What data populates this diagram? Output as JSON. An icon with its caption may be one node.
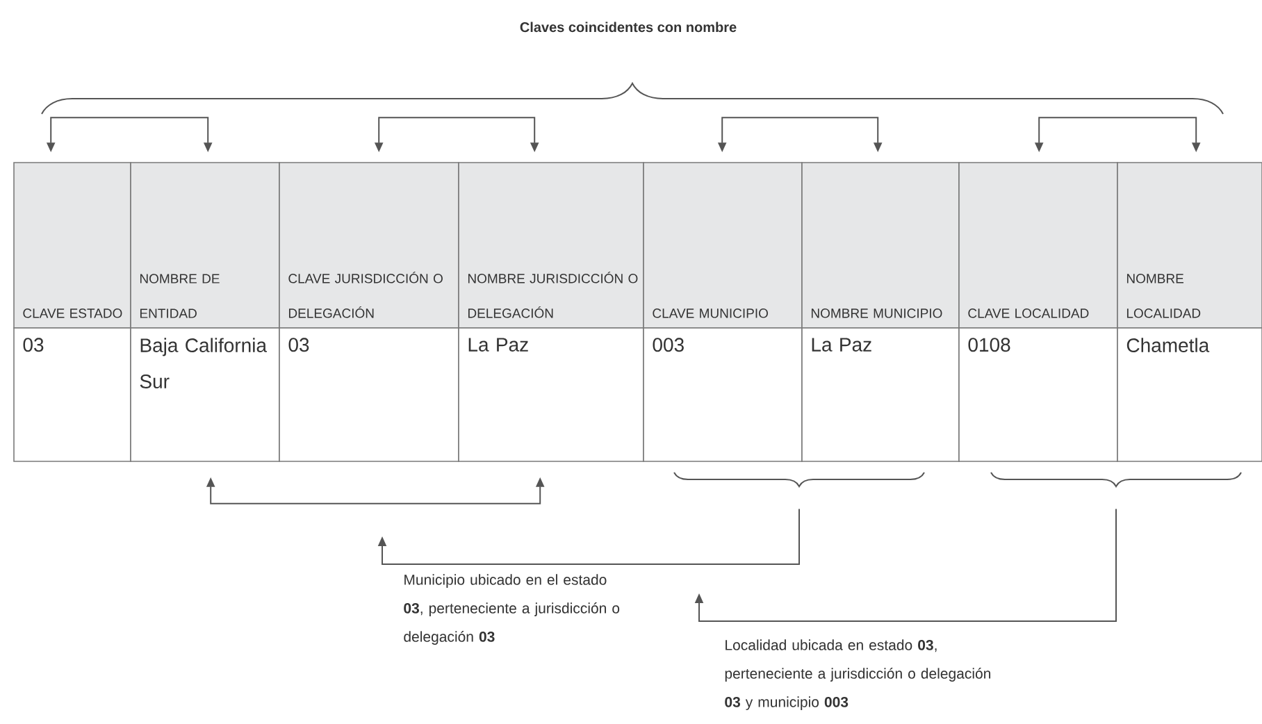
{
  "diagram": {
    "title": "Claves coincidentes con nombre",
    "nodes": [
      {
        "text": [
          "CLAVE ESTADO"
        ]
      },
      {
        "text": [
          "NOMBRE DE ENTIDAD"
        ]
      },
      {
        "text": [
          "CLAVE JURISDICCIÓN O DELEGACIÓN"
        ]
      },
      {
        "text": [
          "NOMBRE JURISDICCIÓN O DELEGACIÓN"
        ]
      },
      {
        "text": [
          "CLAVE MUNICIPIO"
        ]
      },
      {
        "text": [
          "NOMBRE MUNICIPIO"
        ]
      },
      {
        "text": [
          "CLAVE LOCALIDAD"
        ]
      },
      {
        "text": [
          "NOMBRE LOCALIDAD"
        ]
      },
      {
        "text": [
          "03"
        ]
      },
      {
        "text": [
          "Baja California Sur"
        ]
      },
      {
        "text": [
          "03"
        ]
      },
      {
        "text": [
          "La Paz"
        ]
      },
      {
        "text": [
          "003"
        ]
      },
      {
        "text": [
          "La Paz"
        ]
      },
      {
        "text": [
          "0108"
        ]
      },
      {
        "text": [
          "Chametla"
        ]
      },
      {
        "text": [],
        "shape": "brace"
      },
      {
        "text": [],
        "shape": "brace"
      }
    ],
    "edges": [
      {
        "from": 0,
        "to": 1,
        "arrow": "both"
      },
      {
        "from": 2,
        "to": 3,
        "arrow": "both"
      },
      {
        "from": 4,
        "to": 5,
        "arrow": "both"
      },
      {
        "from": 6,
        "to": 7,
        "arrow": "both"
      },
      {
        "from": 9,
        "to": 11,
        "arrow": "both"
      },
      {
        "from": 16,
        "to": null,
        "arrow": "to"
      },
      {
        "from": 17,
        "to": null,
        "arrow": "to"
      }
    ],
    "labels": [
      "Municipio ubicado en el estado **03**, perteneciente a jurisdicción o delegación **03**",
      "Localidad ubicada en estado **03**, perteneciente a jurisdicción o delegación **03** y municipio **003**"
    ]
  }
}
